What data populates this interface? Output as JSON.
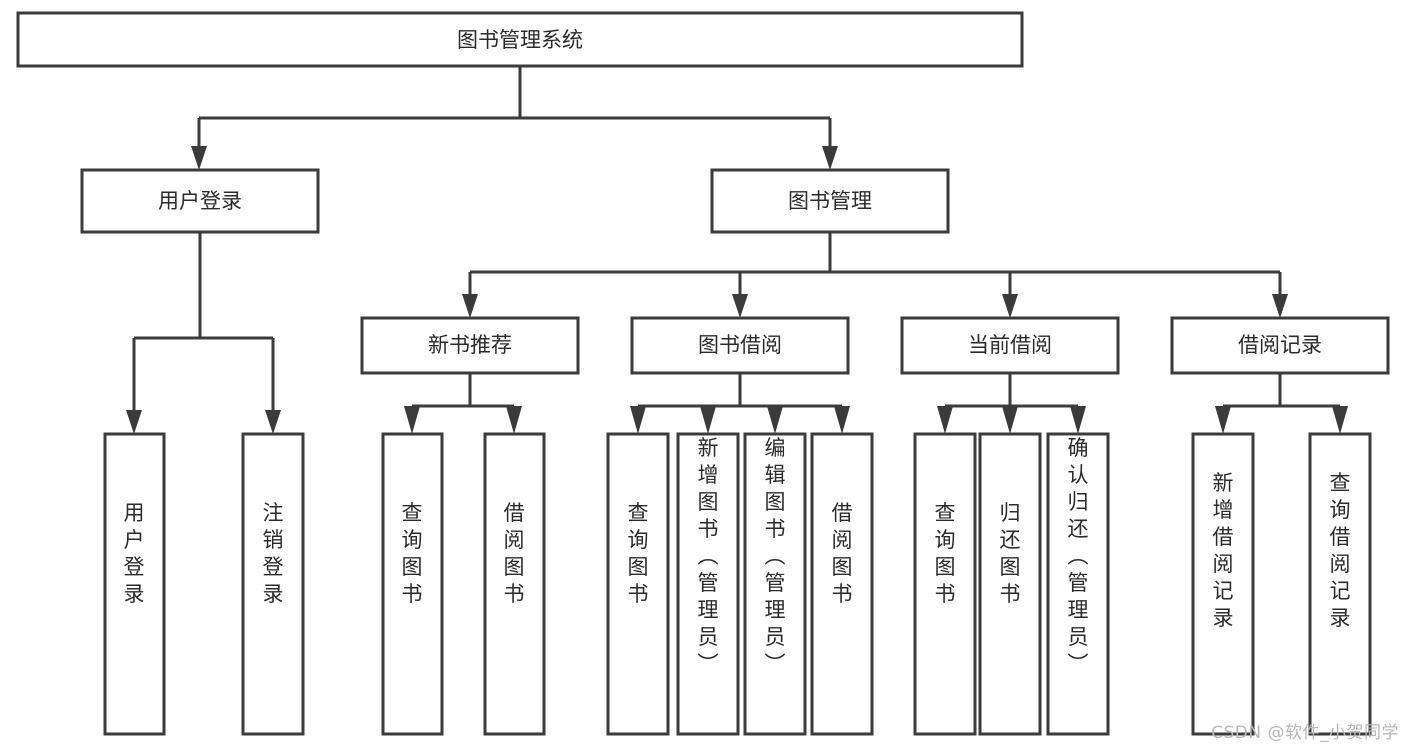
{
  "diagram": {
    "type": "tree",
    "title": "图书管理系统",
    "watermark": "CSDN @软件_小贺同学",
    "colors": {
      "stroke": "#3b3b3b",
      "fill": "#ffffff",
      "text": "#2b2b2b",
      "watermark": "#b8b8b8"
    },
    "nodes": {
      "root": {
        "label": "图书管理系统",
        "level": 0
      },
      "l1": [
        {
          "id": "user-login",
          "label": "用户登录",
          "level": 1
        },
        {
          "id": "book-manage",
          "label": "图书管理",
          "level": 1
        }
      ],
      "l2": [
        {
          "id": "new-book-rec",
          "label": "新书推荐",
          "level": 2,
          "parent": "book-manage"
        },
        {
          "id": "book-borrow",
          "label": "图书借阅",
          "level": 2,
          "parent": "book-manage"
        },
        {
          "id": "current-borrow",
          "label": "当前借阅",
          "level": 2,
          "parent": "book-manage"
        },
        {
          "id": "borrow-record",
          "label": "借阅记录",
          "level": 2,
          "parent": "book-manage"
        }
      ],
      "leaves": [
        {
          "id": "leaf-user-login",
          "label": "用户登录",
          "parent": "user-login"
        },
        {
          "id": "leaf-logout-login",
          "label": "注销登录",
          "parent": "user-login"
        },
        {
          "id": "leaf-query-book-1",
          "label": "查询图书",
          "parent": "new-book-rec"
        },
        {
          "id": "leaf-borrow-book-1",
          "label": "借阅图书",
          "parent": "new-book-rec"
        },
        {
          "id": "leaf-query-book-2",
          "label": "查询图书",
          "parent": "book-borrow"
        },
        {
          "id": "leaf-add-book",
          "label": "新增图书（管理员）",
          "parent": "book-borrow"
        },
        {
          "id": "leaf-edit-book",
          "label": "编辑图书（管理员）",
          "parent": "book-borrow"
        },
        {
          "id": "leaf-borrow-book-2",
          "label": "借阅图书",
          "parent": "book-borrow"
        },
        {
          "id": "leaf-query-book-3",
          "label": "查询图书",
          "parent": "current-borrow"
        },
        {
          "id": "leaf-return-book",
          "label": "归还图书",
          "parent": "current-borrow"
        },
        {
          "id": "leaf-confirm-return",
          "label": "确认归还（管理员）",
          "parent": "current-borrow"
        },
        {
          "id": "leaf-add-record",
          "label": "新增借阅记录",
          "parent": "borrow-record"
        },
        {
          "id": "leaf-query-record",
          "label": "查询借阅记录",
          "parent": "borrow-record"
        }
      ]
    }
  }
}
